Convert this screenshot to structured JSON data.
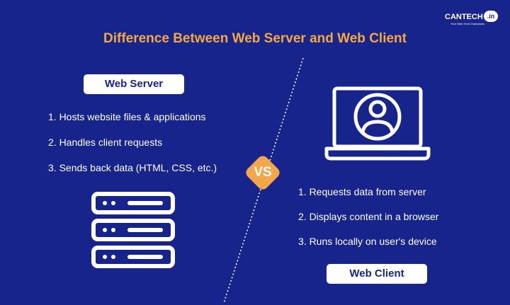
{
  "title": "Difference Between Web Server and Web Client",
  "logo": {
    "text": "CANTECH",
    "badge": ".in",
    "tagline": "Your Web Host Champions"
  },
  "server": {
    "label": "Web Server",
    "items": [
      "1. Hosts website files & applications",
      "2. Handles client requests",
      "3. Sends back data (HTML, CSS, etc.)"
    ],
    "icon": "server-rack-icon"
  },
  "vs": "VS",
  "client": {
    "label": "Web Client",
    "items": [
      "1. Requests data from server",
      "2. Displays content in a browser",
      "3. Runs locally on user's device"
    ],
    "icon": "laptop-user-icon"
  },
  "colors": {
    "background": "#17248c",
    "accent": "#f5a742",
    "text": "#ffffff"
  }
}
